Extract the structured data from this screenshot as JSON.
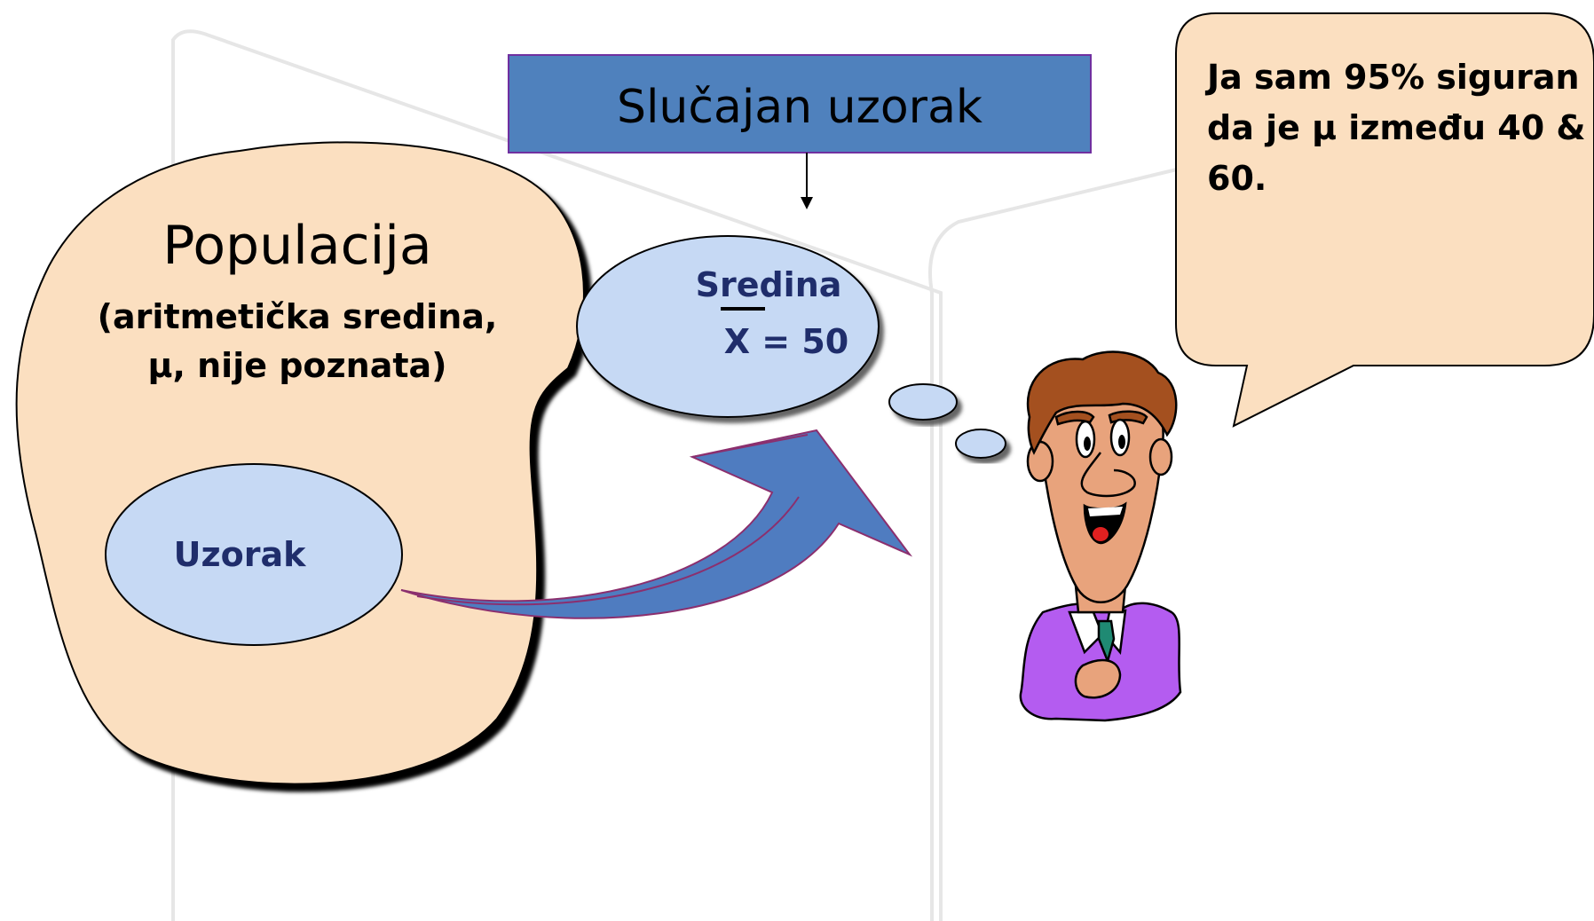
{
  "title_box": {
    "text": "Slučajan uzorak"
  },
  "population": {
    "title": "Populacija",
    "line1": "(aritmetička sredina,",
    "line2": "μ, nije poznata)"
  },
  "sample": {
    "label": "Uzorak"
  },
  "thought": {
    "label": "Sredina",
    "value": "X = 50"
  },
  "speech": {
    "line1": "Ja sam 95% siguran",
    "line2": "da je μ između 40 &",
    "line3": "60."
  },
  "colors": {
    "population_fill": "#fbdfc0",
    "title_box_fill": "#4f81bd",
    "title_box_border": "#7030a0",
    "bubble_fill": "#c6d9f4",
    "text_blue": "#1f2d6b",
    "arrow_fill": "#4f7cc0",
    "arrow_stroke": "#8b2f6e",
    "speech_fill": "#fbdfc0",
    "jacket": "#b45cf0",
    "skin": "#e8a37c",
    "hair": "#a4501f",
    "tie": "#1f8a73"
  }
}
